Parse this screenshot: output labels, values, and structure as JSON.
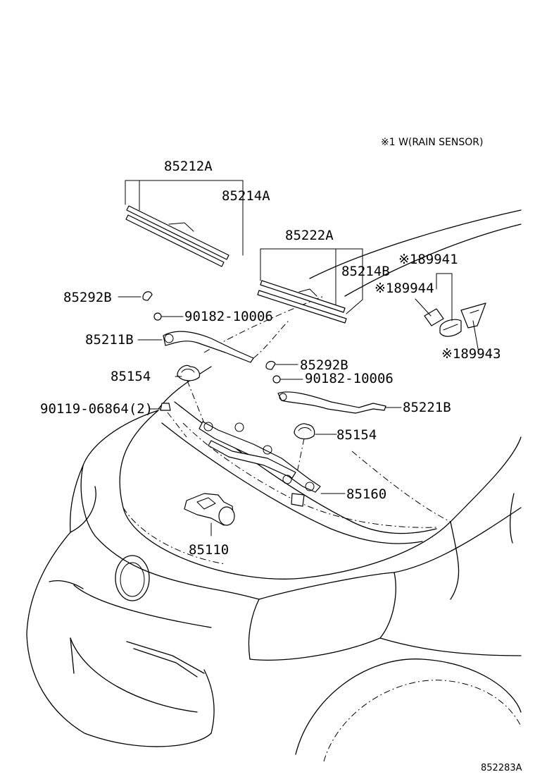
{
  "note": "※1 W(RAIN SENSOR)",
  "diagram_id": "852283A",
  "parts": {
    "p85212A": "85212A",
    "p85214A": "85214A",
    "p85222A": "85222A",
    "p85214B": "85214B",
    "p85292B_left": "85292B",
    "p90182_left": "90182-10006",
    "p85211B": "85211B",
    "p85154_left": "85154",
    "p90119": "90119-06864(2)",
    "p85292B_right": "85292B",
    "p90182_right": "90182-10006",
    "p85221B": "85221B",
    "p85154_right": "85154",
    "p85160": "85160",
    "p85110": "85110",
    "p89941": "※189941",
    "p89944": "※189944",
    "p89943": "※189943"
  }
}
